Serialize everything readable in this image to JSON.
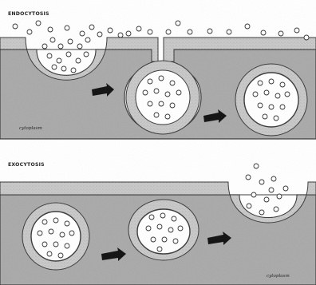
{
  "panels": [
    {
      "id": "endocytosis",
      "title": "ENDOCYTOSIS",
      "region_label": "cytoplasm"
    },
    {
      "id": "exocytosis",
      "title": "EXOCYTOSIS",
      "region_label": "cytoplasm"
    }
  ],
  "colors": {
    "membrane_fill": "#c7c7c7",
    "membrane_edge": "#3a3a3a",
    "cytoplasm": "#a9a9a9",
    "vesicle_interior": "#ffffff",
    "particle": "#ffffff",
    "arrow": "#111111"
  },
  "icons": [
    "right-arrow-icon",
    "right-arrow-icon",
    "right-arrow-icon",
    "right-arrow-icon"
  ]
}
